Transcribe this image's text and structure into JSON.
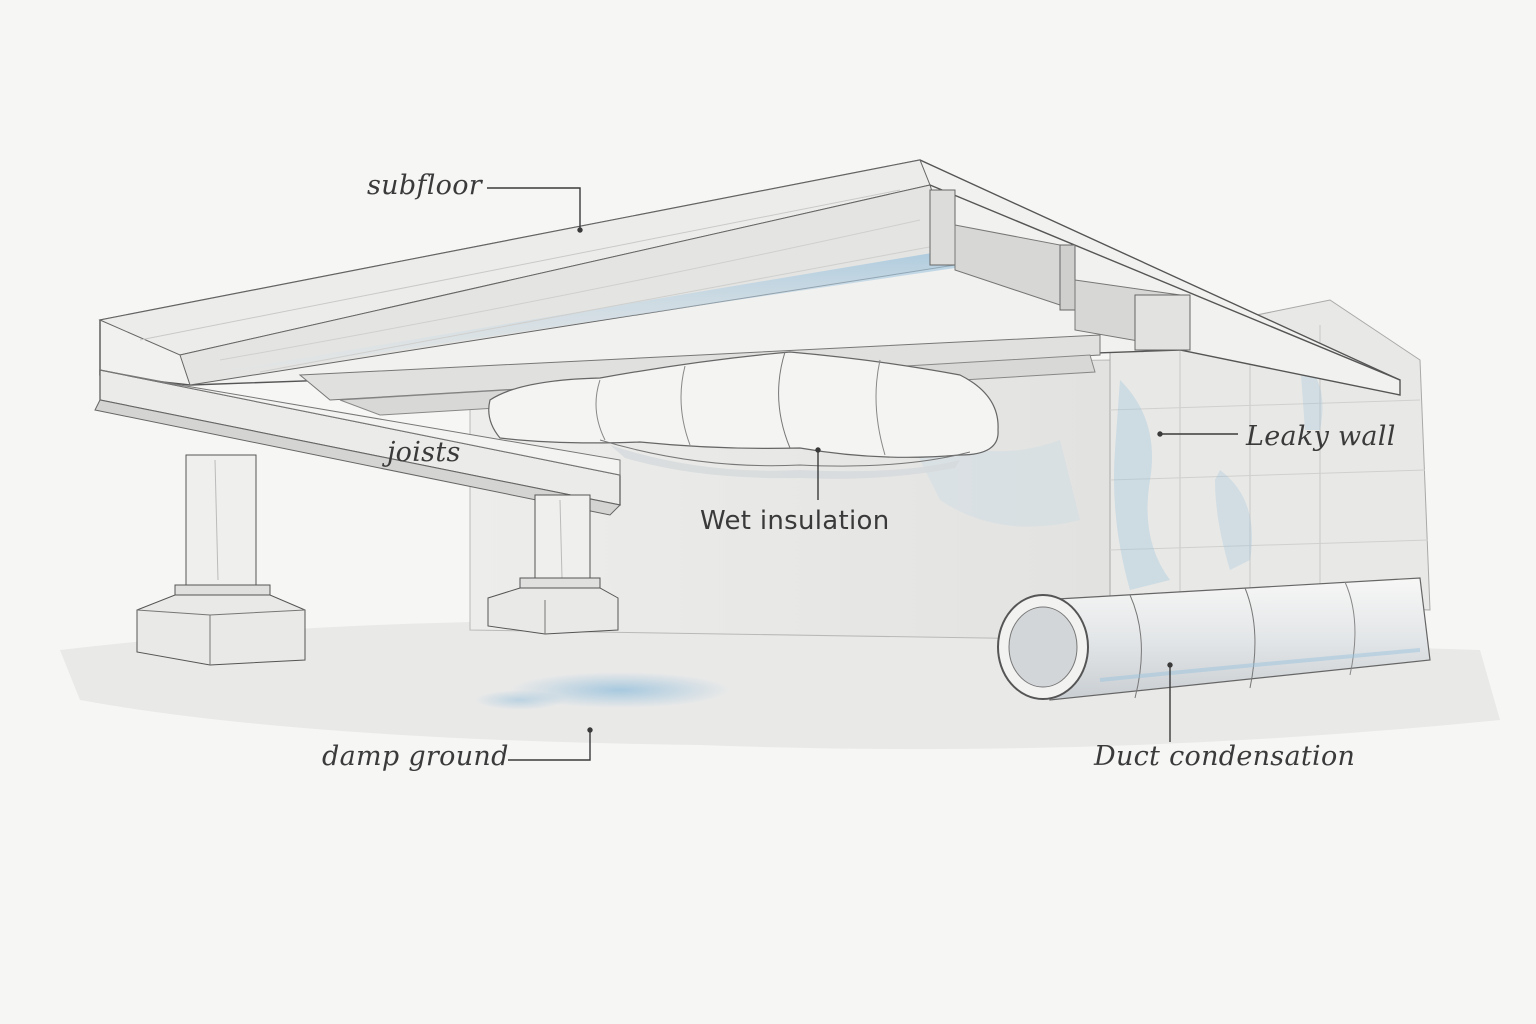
{
  "labels": {
    "subfloor": "subfloor",
    "joists": "joists",
    "wet_insulation": "Wet insulation",
    "leaky_wall": "Leaky wall",
    "damp_ground": "damp ground",
    "duct_condensation": "Duct condensation"
  },
  "colors": {
    "background": "#f6f6f5",
    "ink": "#3a3a3a",
    "wood_light": "#f1f1ef",
    "wood_shade": "#d9d9d7",
    "moisture_blue": "#9cc3dd",
    "concrete": "#e6e6e4"
  }
}
